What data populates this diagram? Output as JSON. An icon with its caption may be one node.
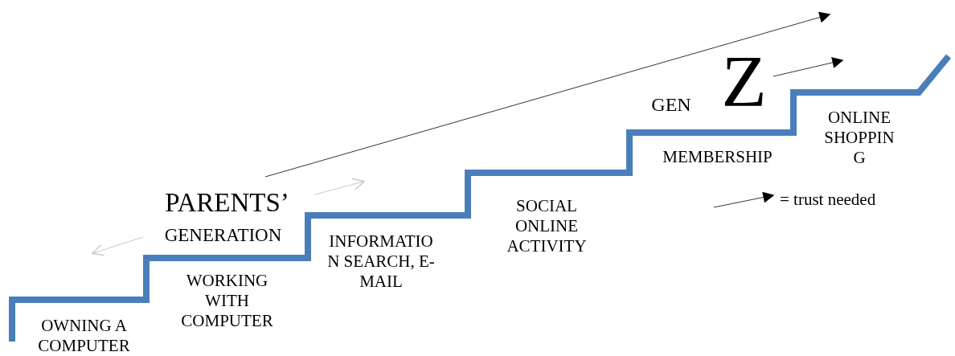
{
  "diagram": {
    "labels": [
      "OWNING A COMPUTER",
      "WORKING WITH COMPUTER",
      "INFORMATIO N SEARCH, E-MAIL",
      "SOCIAL ONLINE ACTIVITY",
      "MEMBERSHIP",
      "ONLINE SHOPPIN G",
      "PARENTS’",
      "GENERATION",
      "GEN",
      "Z"
    ],
    "legend": [
      {
        "text": "= trust needed"
      }
    ]
  }
}
